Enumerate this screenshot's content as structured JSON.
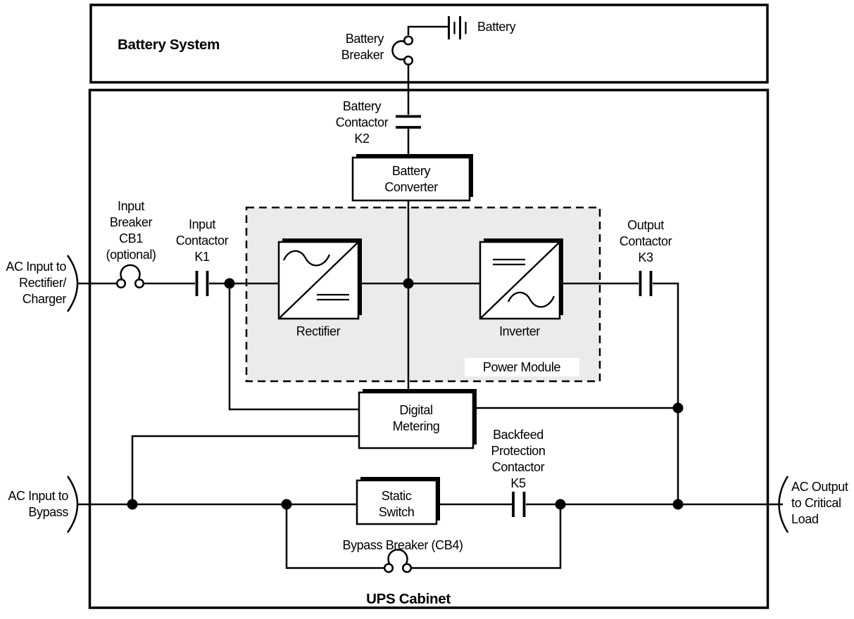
{
  "diagram": {
    "colors": {
      "line": "#000000",
      "power_module_fill": "#ebebeb",
      "background": "#ffffff"
    },
    "battery_system": {
      "title": "Battery System",
      "battery": "Battery",
      "breaker": [
        "Battery",
        "Breaker"
      ]
    },
    "ups_cabinet": {
      "title": "UPS Cabinet"
    },
    "labels": {
      "battery_contactor": [
        "Battery",
        "Contactor",
        "K2"
      ],
      "battery_converter": [
        "Battery",
        "Converter"
      ],
      "input_breaker": [
        "Input",
        "Breaker",
        "CB1",
        "(optional)"
      ],
      "input_contactor": [
        "Input",
        "Contactor",
        "K1"
      ],
      "output_contactor": [
        "Output",
        "Contactor",
        "K3"
      ],
      "rectifier": "Rectifier",
      "inverter": "Inverter",
      "power_module": "Power Module",
      "digital_metering": [
        "Digital",
        "Metering"
      ],
      "static_switch": [
        "Static",
        "Switch"
      ],
      "backfeed_contactor": [
        "Backfeed",
        "Protection",
        "Contactor",
        "K5"
      ],
      "bypass_breaker": "Bypass Breaker (CB4)"
    },
    "ports": {
      "ac_input_rectifier": [
        "AC Input to",
        "Rectifier/",
        "Charger"
      ],
      "ac_input_bypass": [
        "AC Input to",
        "Bypass"
      ],
      "ac_output": [
        "AC Output",
        "to Critical",
        "Load"
      ]
    }
  }
}
